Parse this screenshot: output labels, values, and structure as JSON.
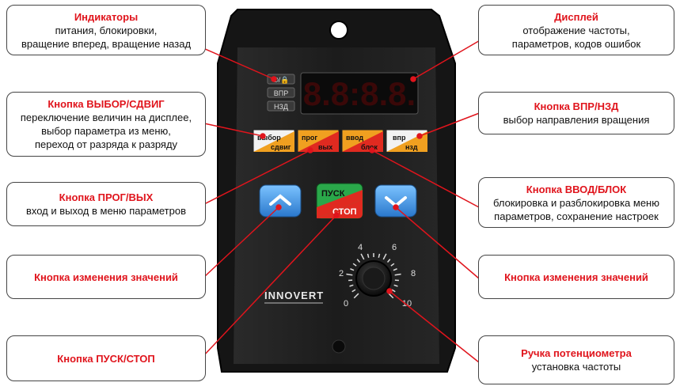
{
  "callouts": {
    "indicators": {
      "title": "Индикаторы",
      "desc": [
        "питания, блокировки,",
        "вращение вперед, вращение назад"
      ]
    },
    "display": {
      "title": "Дисплей",
      "desc": [
        "отображение частоты,",
        "параметров, кодов ошибок"
      ]
    },
    "select_shift": {
      "title": "Кнопка ВЫБОР/СДВИГ",
      "desc": [
        "переключение величин на дисплее,",
        "выбор параметра из меню,",
        "переход от разряда к разряду"
      ]
    },
    "fwd_rev": {
      "title": "Кнопка ВПР/НЗД",
      "desc": [
        "выбор направления вращения"
      ]
    },
    "prog_exit": {
      "title": "Кнопка ПРОГ/ВЫХ",
      "desc": [
        "вход и выход в меню параметров"
      ]
    },
    "enter_lock": {
      "title": "Кнопка ВВОД/БЛОК",
      "desc": [
        "блокировка и разблокировка меню",
        "параметров, сохранение настроек"
      ]
    },
    "change_left": {
      "title": "Кнопка изменения значений",
      "desc": []
    },
    "change_right": {
      "title": "Кнопка изменения значений",
      "desc": []
    },
    "start_stop": {
      "title": "Кнопка ПУСК/СТОП",
      "desc": []
    },
    "potentiometer": {
      "title": "Ручка потенциометра",
      "desc": [
        "установка частоты"
      ]
    }
  },
  "device": {
    "brand": "INNOVERT",
    "display_digits": "8.8:8.8.",
    "led_labels": {
      "led1": "⏻/🔒",
      "led2": "ВПР",
      "led3": "НЗД"
    },
    "buttons": {
      "select_shift": {
        "top": "выбор",
        "bottom": "сдвиг"
      },
      "prog_exit": {
        "top": "прог",
        "bottom": "вых"
      },
      "enter_lock": {
        "top": "ввод",
        "bottom": "блок"
      },
      "fwd_rev": {
        "top": "впр",
        "bottom": "нзд"
      },
      "start_stop": {
        "top": "ПУСК",
        "bottom": "СТОП"
      }
    },
    "dial_labels": [
      "0",
      "2",
      "4",
      "6",
      "8",
      "10"
    ]
  },
  "colors": {
    "title_red": "#e0141c",
    "panel": "#1a1a1a",
    "button_blue": "#3a8fdc",
    "button_green": "#2aa84a",
    "button_red": "#e02a20",
    "button_orange": "#f0a020",
    "display_red": "#ff2020"
  }
}
